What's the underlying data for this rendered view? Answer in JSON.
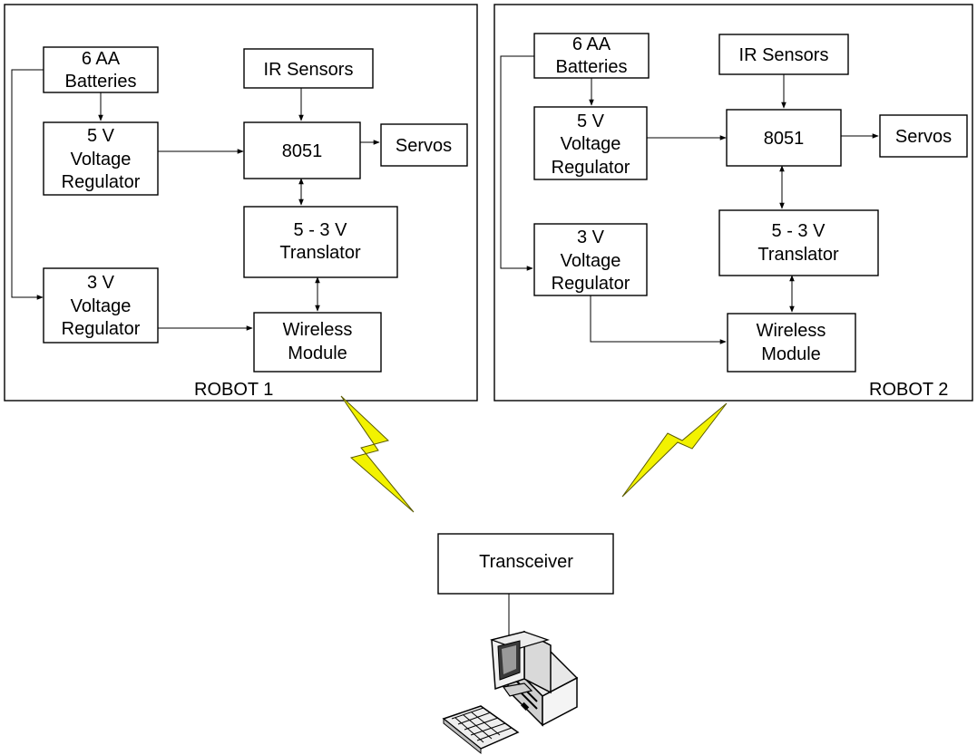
{
  "robot1": {
    "label": "ROBOT 1",
    "batteries": [
      "6 AA",
      "Batteries"
    ],
    "reg5": [
      "5 V",
      "Voltage",
      "Regulator"
    ],
    "reg3": [
      "3 V",
      "Voltage",
      "Regulator"
    ],
    "ir": [
      "IR Sensors"
    ],
    "mcu": [
      "8051"
    ],
    "servos": [
      "Servos"
    ],
    "translator": [
      "5 - 3 V",
      "Translator"
    ],
    "wireless": [
      "Wireless",
      "Module"
    ]
  },
  "robot2": {
    "label": "ROBOT 2",
    "batteries": [
      "6 AA",
      "Batteries"
    ],
    "reg5": [
      "5 V",
      "Voltage",
      "Regulator"
    ],
    "reg3": [
      "3 V",
      "Voltage",
      "Regulator"
    ],
    "ir": [
      "IR Sensors"
    ],
    "mcu": [
      "8051"
    ],
    "servos": [
      "Servos"
    ],
    "translator": [
      "5 - 3 V",
      "Translator"
    ],
    "wireless": [
      "Wireless",
      "Module"
    ]
  },
  "transceiver": [
    "Transceiver"
  ],
  "icons": {
    "lightning_left": "lightning-bolt-icon",
    "lightning_right": "lightning-bolt-icon",
    "computer": "desktop-computer-icon"
  },
  "colors": {
    "lightning_fill": "#f2f200",
    "line": "#000000",
    "background": "#ffffff"
  }
}
